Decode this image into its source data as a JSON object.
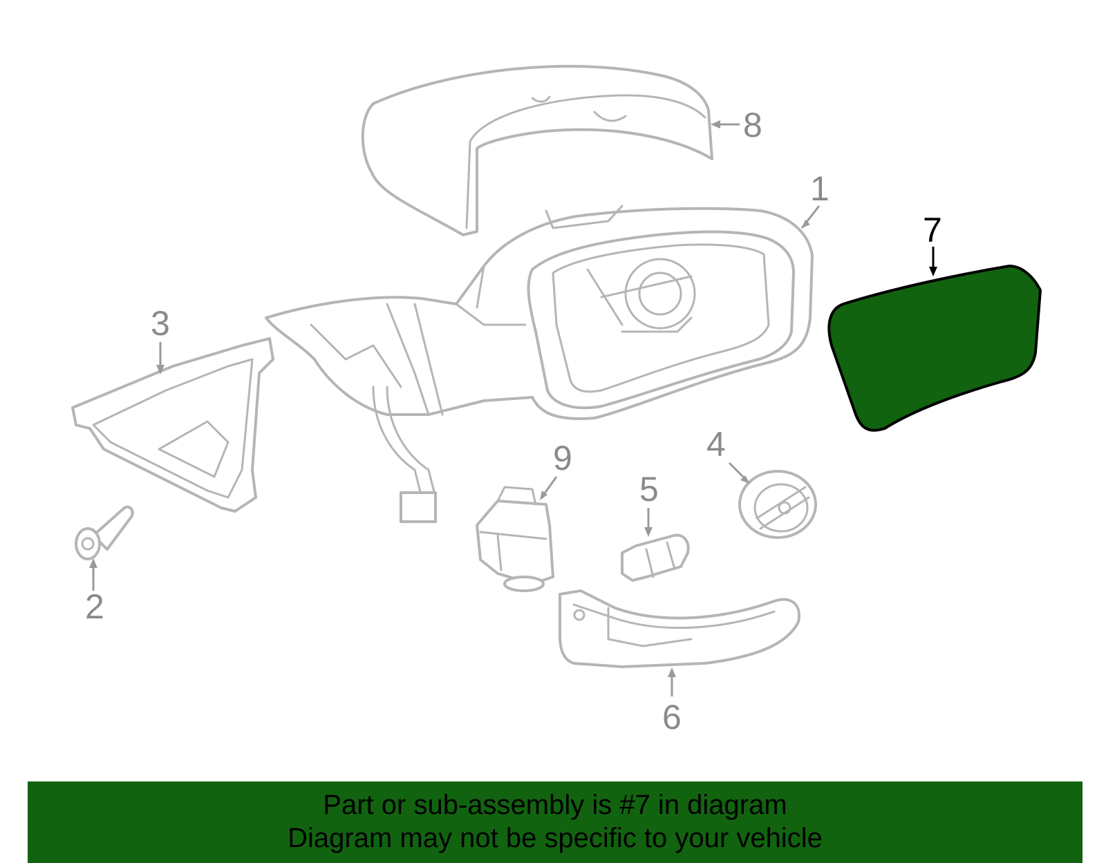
{
  "diagram": {
    "callouts": [
      {
        "number": "1",
        "highlighted": false
      },
      {
        "number": "2",
        "highlighted": false
      },
      {
        "number": "3",
        "highlighted": false
      },
      {
        "number": "4",
        "highlighted": false
      },
      {
        "number": "5",
        "highlighted": false
      },
      {
        "number": "6",
        "highlighted": false
      },
      {
        "number": "7",
        "highlighted": true
      },
      {
        "number": "8",
        "highlighted": false
      },
      {
        "number": "9",
        "highlighted": false
      }
    ],
    "highlight_color": "#126310",
    "line_color": "#b5b5b5"
  },
  "banner": {
    "line1": "Part or sub-assembly is #7 in diagram",
    "line2": "Diagram may not be specific to your vehicle",
    "background": "#126310"
  }
}
